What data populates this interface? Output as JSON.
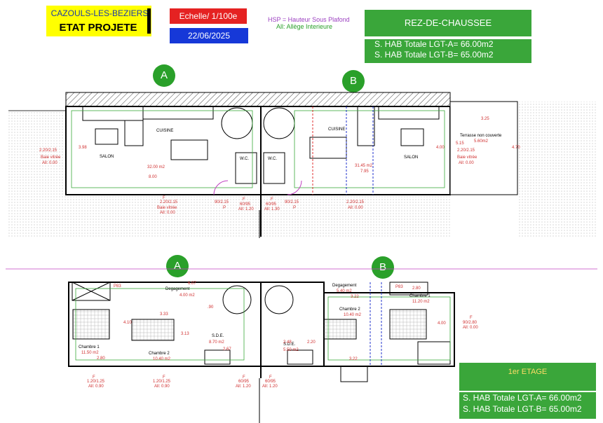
{
  "header": {
    "city": "CAZOULS-LES-BEZIERS",
    "state": "ETAT PROJETE",
    "scale": "Echelle/ 1/100e",
    "date": "22/06/2025",
    "legend_hsp": "HSP = Hauteur Sous Plafond",
    "legend_all": "All:  Allège Interieure"
  },
  "ground_floor": {
    "title": "REZ-DE-CHAUSSEE",
    "area_a": "S. HAB Totale LGT-A= 66.00m2",
    "area_b": "S. HAB Totale LGT-B= 65.00m2",
    "marker_a": "A",
    "marker_b": "B",
    "labels": {
      "salon_a": "SALON",
      "cuisine_a": "CUISINE",
      "wc_a": "W.C.",
      "wc_b": "W.C.",
      "cuisine_b": "CUISINE",
      "salon_b": "SALON",
      "terrasse": "Terrasse non couverte",
      "terrasse_area": "5.60m2",
      "area_a": "32.00 m2",
      "area_b": "31.45 m2",
      "dim_800": "8.00",
      "dim_795": "7.95",
      "dim_325": "3.25",
      "dim_398": "3.98",
      "dim_400": "4.00",
      "dim_470": "4.70",
      "dim_515": "5.15",
      "baie_left": "2.20/2.15",
      "baie_left_t": "Baie vitrée",
      "baie_left_all": "All: 0.00",
      "baie_bot_a": "2.20/2.15",
      "baie_bot_a_t": "Baie vitrée",
      "baie_bot_a_all": "All: 0.00",
      "door_a": "90/2.15",
      "win_a": "60/95",
      "win_a_all": "All: 1.20",
      "win_b": "60/95",
      "win_b_all": "All: 1.30",
      "door_b": "90/2.15",
      "baie_bot_b": "2.20/2.15",
      "baie_bot_b_all": "All: 0.00",
      "baie_right": "2.20/2.15",
      "baie_right_t": "Baie vitrée",
      "baie_right_all": "All: 0.00",
      "f": "F",
      "p": "P"
    }
  },
  "upper_floor": {
    "title": "1er ETAGE",
    "area_a": "S. HAB Totale LGT-A= 66.00m2",
    "area_b": "S. HAB Totale LGT-B= 65.00m2",
    "marker_a": "A",
    "marker_b": "B",
    "labels": {
      "deg_a": "Degagement",
      "deg_a_area": "4.00 m2",
      "dim_607": "6.07",
      "chambre1_a": "Chambre 1",
      "chambre1_a_area": "11.50 m2",
      "chambre2_a": "Chambre 2",
      "chambre2_a_area": "10.40 m2",
      "sde_a": "S.D.E.",
      "sde_a_area": "8.70 m2",
      "sde_b": "S.D.E.",
      "sde_b_area": "5.50 m2",
      "deg_b": "Degagement",
      "deg_b_area": "5.40 m2",
      "chambre2_b": "Chambre 2",
      "chambre2_b_area": "10.40 m2",
      "chambre1_b": "Chambre 1",
      "chambre1_b_area": "11.20 m2",
      "dim_280": "2.80",
      "dim_333": "3.33",
      "dim_313": "3.13",
      "dim_410": "4.10",
      "dim_90": ".90",
      "dim_248": "2.48",
      "dim_220": "2.20",
      "dim_322": "3.22",
      "dim_400": "4.00",
      "dim_267": "2.67",
      "win_120_a": "1.20/1.25",
      "win_120_a_all": "All: 0.90",
      "win_120_b": "1.20/1.25",
      "win_120_b_all": "All: 0.90",
      "win_6095_a": "60/95",
      "win_6095_a_all": "All: 1.20",
      "win_6095_b": "60/95",
      "win_6095_b_all": "All: 1.20",
      "balcony": "90/2.80",
      "balcony_all": "All: 0.00",
      "p83": "P83",
      "f": "F"
    }
  }
}
